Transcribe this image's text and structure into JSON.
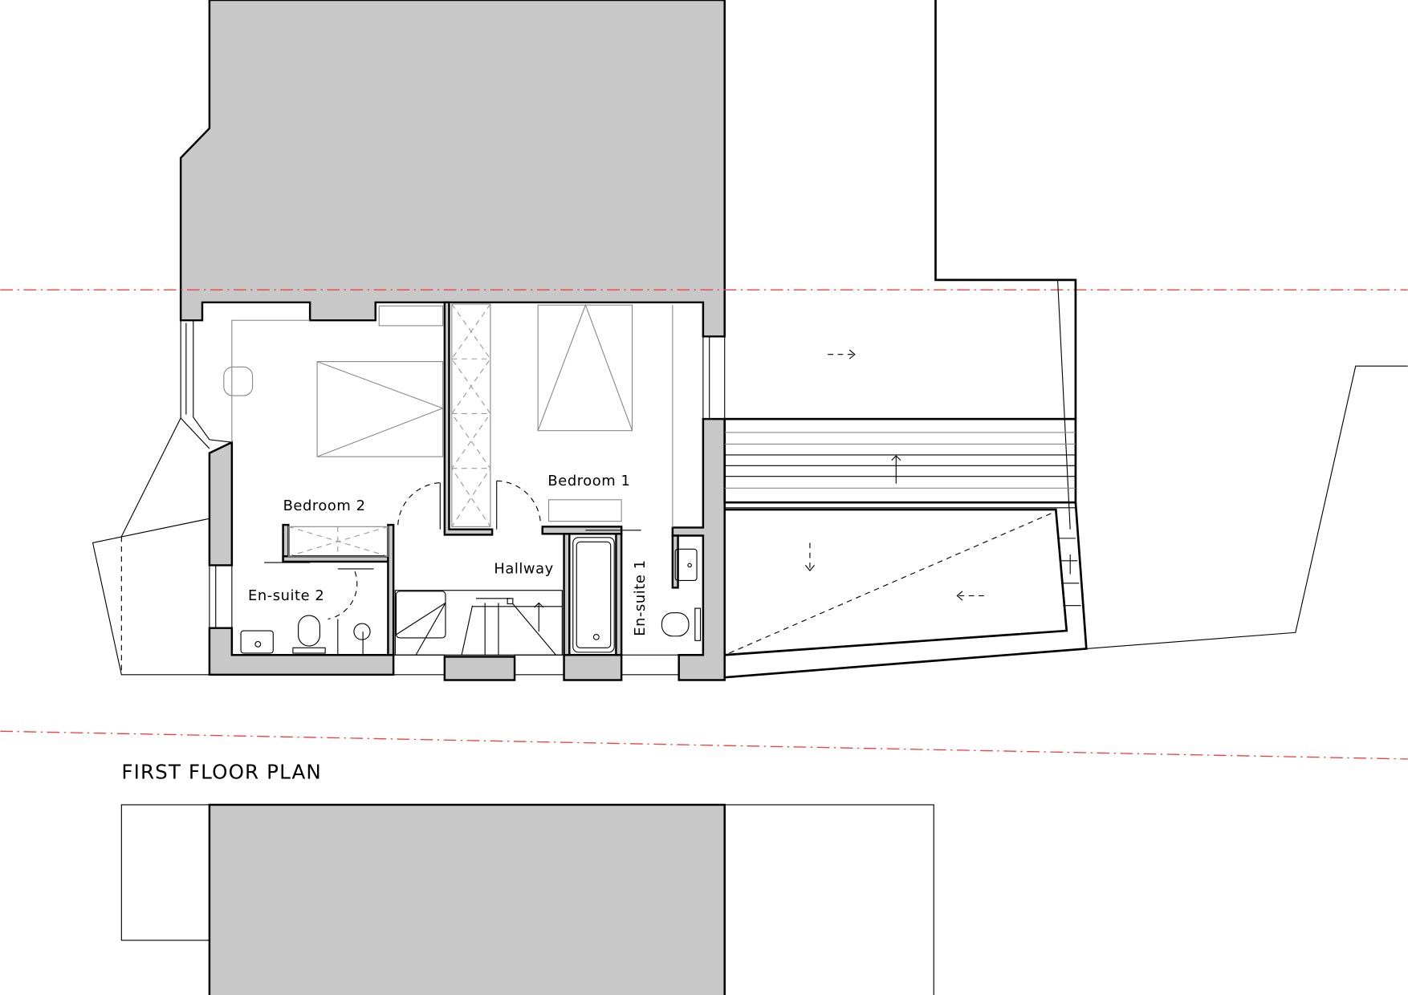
{
  "drawing": {
    "title": "FIRST FLOOR PLAN",
    "rooms": {
      "bedroom1": "Bedroom 1",
      "bedroom2": "Bedroom 2",
      "hallway": "Hallway",
      "ensuite1": "En-suite 1",
      "ensuite2": "En-suite 2"
    },
    "colors": {
      "wall_fill": "#c8c8c8",
      "boundary_line": "#f04040",
      "line": "#000000"
    }
  }
}
